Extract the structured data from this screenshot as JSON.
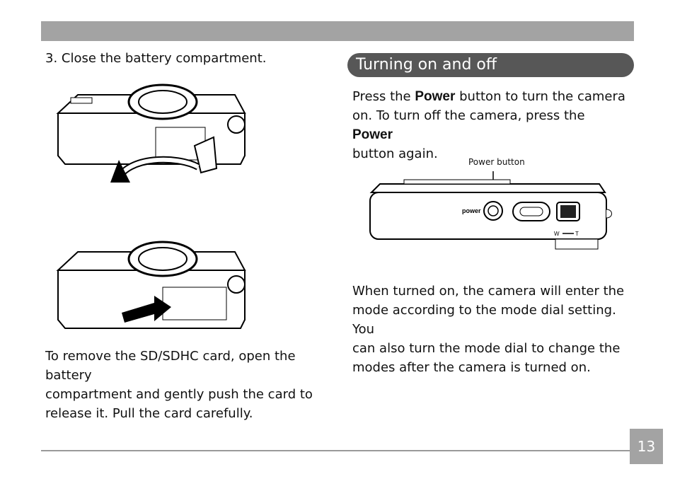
{
  "left": {
    "step": "3. Close the battery compartment.",
    "para_line1": "To remove the SD/SDHC card, open the battery",
    "para_line2": "compartment and gently push the card to",
    "para_line3": "release it. Pull the card carefully."
  },
  "right": {
    "heading": "Turning on and off",
    "power": {
      "l1_a": "Press the ",
      "l1_b": "Power",
      "l1_c": " button to turn the camera",
      "l2_a": "on. To turn off the camera, press the ",
      "l2_b": "Power",
      "l3": "button again."
    },
    "callout_label": "Power button",
    "camera_power_text": "power",
    "zoom_w": "W",
    "zoom_t": "T",
    "mode": {
      "l1": "When turned on, the camera will enter the",
      "l2": "mode according to the mode dial setting. You",
      "l3": "can also turn the mode dial to change the",
      "l4": "modes after the camera is turned on."
    }
  },
  "page_number": "13",
  "colors": {
    "header_bg": "#575757",
    "bar_gray": "#a3a3a3"
  }
}
